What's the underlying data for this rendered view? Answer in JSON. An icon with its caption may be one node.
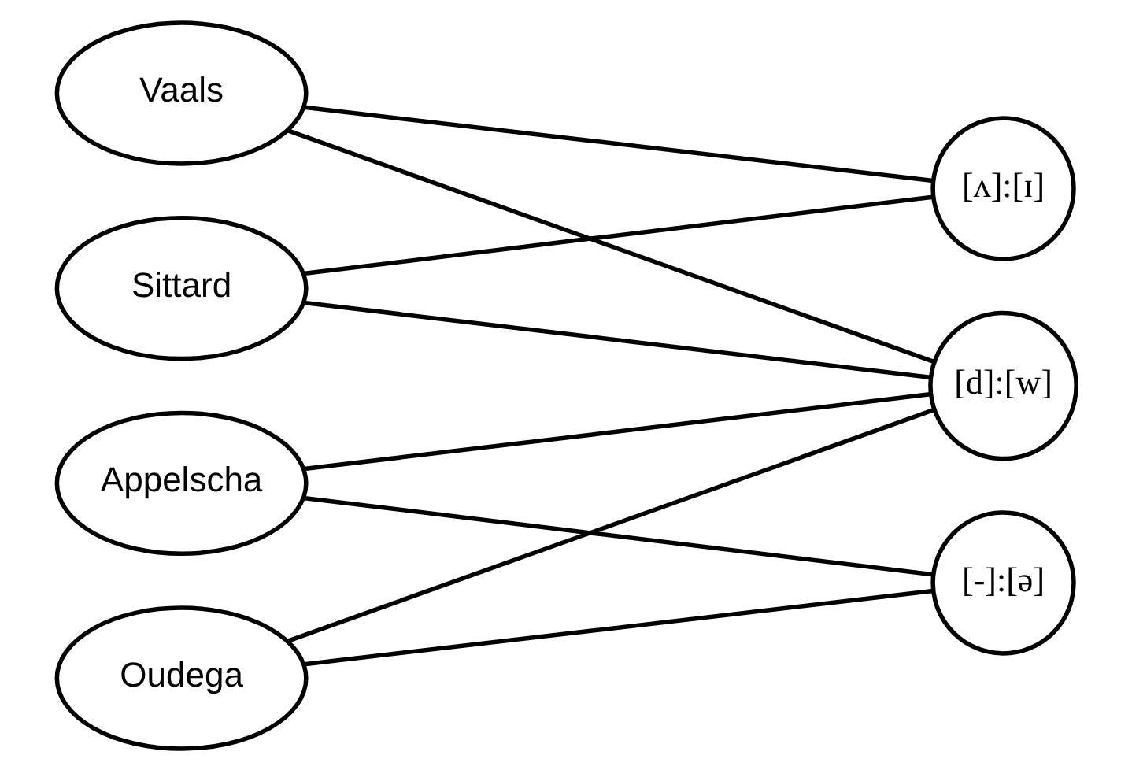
{
  "diagram": {
    "nodes": [
      {
        "text": [
          "Vaals"
        ]
      },
      {
        "text": [
          "Sittard"
        ]
      },
      {
        "text": [
          "Appelscha"
        ]
      },
      {
        "text": [
          "Oudega"
        ]
      },
      {
        "text": [
          "[ʌ]:[ɪ]"
        ]
      },
      {
        "text": [
          "[d]:[w]"
        ]
      },
      {
        "text": [
          "[-]:[ə]"
        ]
      }
    ],
    "edges": [
      {
        "from": 0,
        "to": 4,
        "arrow": "none"
      },
      {
        "from": 0,
        "to": 5,
        "arrow": "none"
      },
      {
        "from": 1,
        "to": 4,
        "arrow": "none"
      },
      {
        "from": 1,
        "to": 5,
        "arrow": "none"
      },
      {
        "from": 2,
        "to": 5,
        "arrow": "none"
      },
      {
        "from": 2,
        "to": 6,
        "arrow": "none"
      },
      {
        "from": 3,
        "to": 5,
        "arrow": "none"
      },
      {
        "from": 3,
        "to": 6,
        "arrow": "none"
      }
    ]
  }
}
